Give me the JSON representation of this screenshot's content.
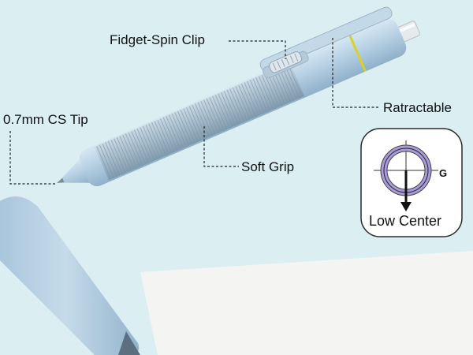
{
  "product": {
    "callouts": {
      "clip": "Fidget-Spin Clip",
      "tip": "0.7mm CS Tip",
      "grip": "Soft Grip",
      "retract": "Ratractable"
    },
    "center_of_gravity": {
      "symbol": "G",
      "caption": "Low Center"
    }
  },
  "colors": {
    "background": "#dbeef1",
    "pen_body": "#b8d2e6",
    "paper": "#f4f5f3",
    "accent_band": "#d8d12c",
    "gravity_ring": "#a99bd9"
  },
  "icons": {
    "gravity": "center-of-gravity-icon"
  }
}
